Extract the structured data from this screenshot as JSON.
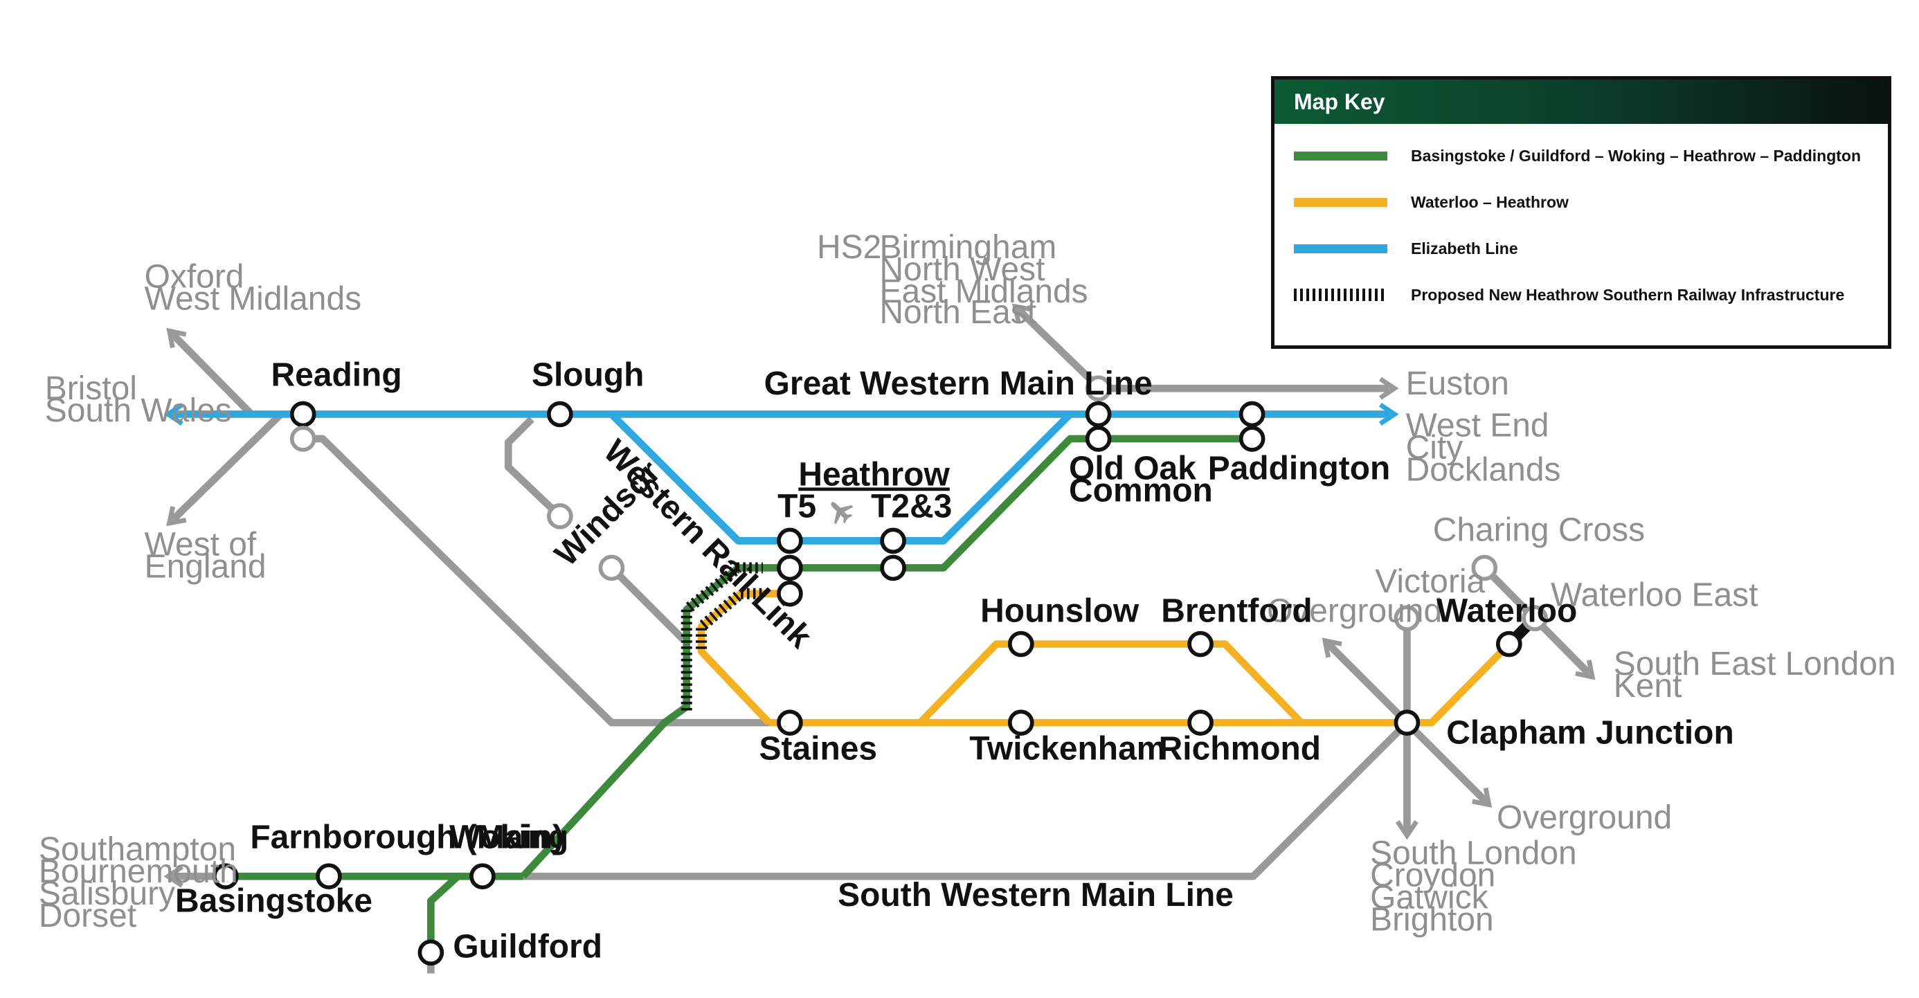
{
  "colors": {
    "green": "#3e8a3c",
    "orange": "#f4b223",
    "blue": "#2ea8df",
    "grey": "#999999",
    "dark": "#111111",
    "key_header": "#0c5a36"
  },
  "map_key": {
    "title": "Map Key",
    "items": [
      {
        "label": "Basingstoke / Guildford – Woking – Heathrow – Paddington",
        "color": "#3e8a3c",
        "style": "solid"
      },
      {
        "label": "Waterloo – Heathrow",
        "color": "#f4b223",
        "style": "solid"
      },
      {
        "label": "Elizabeth Line",
        "color": "#2ea8df",
        "style": "solid"
      },
      {
        "label": "Proposed New Heathrow Southern Railway Infrastructure",
        "color": "#111111",
        "style": "dashed"
      }
    ]
  },
  "stations": {
    "reading": "Reading",
    "slough": "Slough",
    "windsor": "Windsor",
    "heathrow": "Heathrow",
    "t5": "T5",
    "t23": "T2&3",
    "old_oak_common_1": "Old Oak",
    "old_oak_common_2": "Common",
    "paddington": "Paddington",
    "hounslow": "Hounslow",
    "brentford": "Brentford",
    "staines": "Staines",
    "twickenham": "Twickenham",
    "richmond": "Richmond",
    "clapham_junction": "Clapham Junction",
    "waterloo": "Waterloo",
    "farnborough": "Farnborough (Main)",
    "woking": "Woking",
    "basingstoke": "Basingstoke",
    "guildford": "Guildford"
  },
  "line_labels": {
    "gwml": "Great Western Main Line",
    "western_rail_link": "Western Rail Link",
    "swml": "South Western Main Line"
  },
  "destinations": {
    "oxford": [
      "Oxford",
      "West Midlands"
    ],
    "bristol": [
      "Bristol",
      "South Wales"
    ],
    "west_of_england": [
      "West of",
      "England"
    ],
    "hs2": "HS2",
    "hs2_dest": [
      "Birmingham",
      "North West",
      "East Midlands",
      "North East"
    ],
    "euston": "Euston",
    "west_end": [
      "West End",
      "City",
      "Docklands"
    ],
    "charing_cross": "Charing Cross",
    "victoria": "Victoria",
    "overground_n": "Overground",
    "waterloo_east": "Waterloo East",
    "south_east": [
      "South East London",
      "Kent"
    ],
    "overground_s": "Overground",
    "south_london": [
      "South London",
      "Croydon",
      "Gatwick",
      "Brighton"
    ],
    "southampton": [
      "Southampton",
      "Bournemouth",
      "Salisbury",
      "Dorset"
    ]
  },
  "icons": {
    "airport": "plane-icon"
  }
}
